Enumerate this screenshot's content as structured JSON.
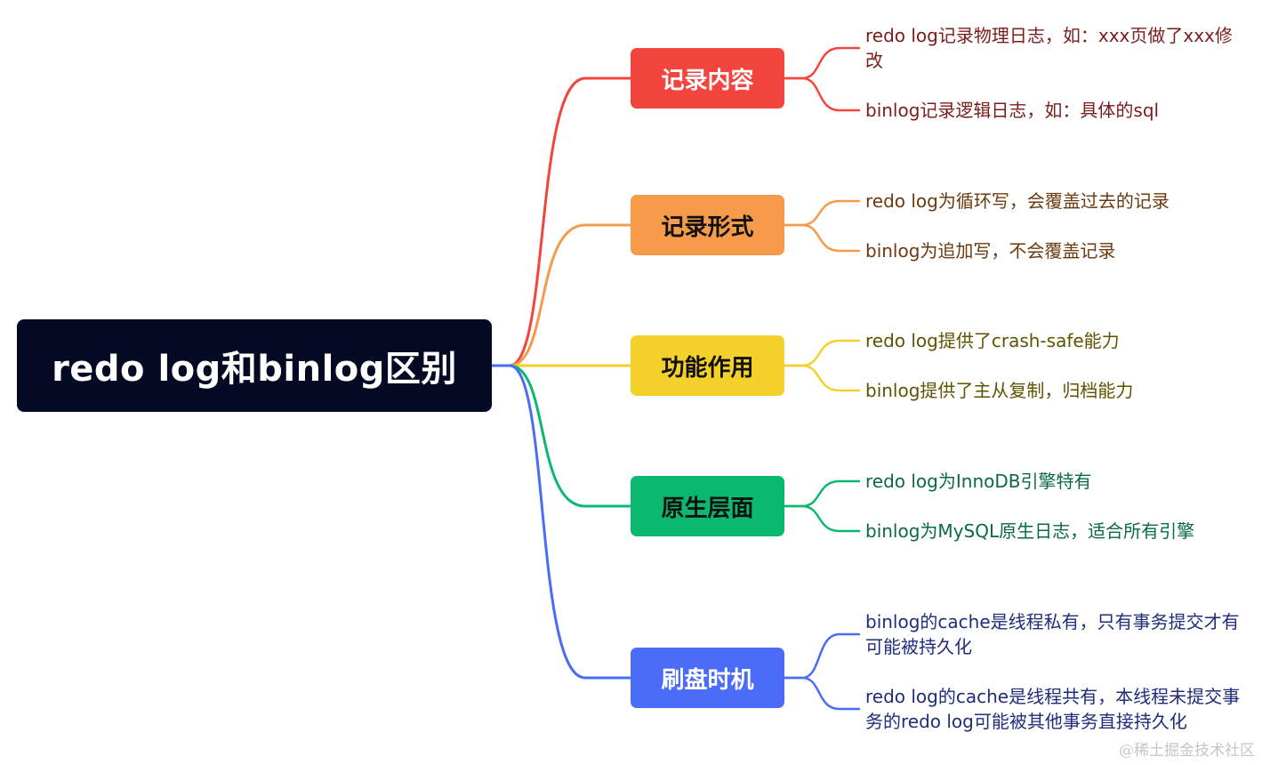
{
  "root": {
    "title": "redo log和binlog区别"
  },
  "branches": [
    {
      "label": "记录内容",
      "color": "#f2453d",
      "text_color": "#ffffff",
      "leaf_color": "#7a1d1a",
      "leaves": [
        "redo log记录物理日志，如：xxx页做了xxx修改",
        "binlog记录逻辑日志，如：具体的sql"
      ]
    },
    {
      "label": "记录形式",
      "color": "#f59b4a",
      "text_color": "#111111",
      "leaf_color": "#6b3a0f",
      "leaves": [
        "redo log为循环写，会覆盖过去的记录",
        "binlog为追加写，不会覆盖记录"
      ]
    },
    {
      "label": "功能作用",
      "color": "#f4d12a",
      "text_color": "#111111",
      "leaf_color": "#5f5200",
      "leaves": [
        "redo log提供了crash-safe能力",
        "binlog提供了主从复制，归档能力"
      ]
    },
    {
      "label": "原生层面",
      "color": "#0bb870",
      "text_color": "#111111",
      "leaf_color": "#0a6b43",
      "leaves": [
        "redo log为InnoDB引擎特有",
        "binlog为MySQL原生日志，适合所有引擎"
      ]
    },
    {
      "label": "刷盘时机",
      "color": "#4a6cf7",
      "text_color": "#ffffff",
      "leaf_color": "#1f2d7a",
      "leaves": [
        "binlog的cache是线程私有，只有事务提交才有可能被持久化",
        "redo log的cache是线程共有，本线程未提交事务的redo log可能被其他事务直接持久化"
      ]
    }
  ],
  "watermark": "@稀土掘金技术社区"
}
